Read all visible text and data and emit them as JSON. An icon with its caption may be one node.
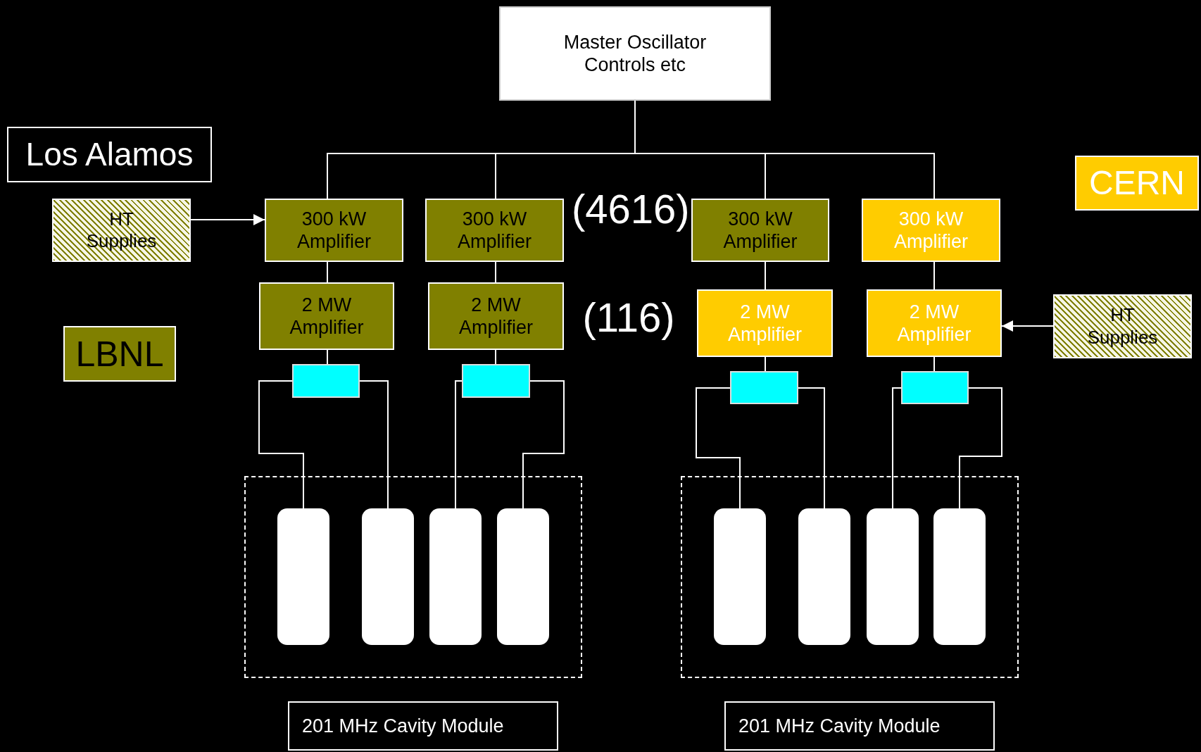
{
  "diagram": {
    "nodes": [
      {
        "text": [
          "Master Oscillator Controls etc"
        ]
      },
      {
        "text": [
          "Los Alamos"
        ]
      },
      {
        "text": [
          "HT Supplies"
        ]
      },
      {
        "text": [
          "300 kW Amplifier"
        ]
      },
      {
        "text": [
          "300 kW Amplifier"
        ]
      },
      {
        "text": [
          "300 kW Amplifier"
        ]
      },
      {
        "text": [
          "300 kW Amplifier"
        ]
      },
      {
        "text": [
          "CERN"
        ]
      },
      {
        "text": [
          "2 MW Amplifier"
        ]
      },
      {
        "text": [
          "2 MW Amplifier"
        ]
      },
      {
        "text": [
          "2 MW Amplifier"
        ]
      },
      {
        "text": [
          "2 MW Amplifier"
        ]
      },
      {
        "text": [
          "HT Supplies"
        ]
      },
      {
        "text": [
          "LBNL"
        ]
      },
      {
        "text": [],
        "shape": "box"
      },
      {
        "text": [],
        "shape": "box"
      },
      {
        "text": [],
        "shape": "box"
      },
      {
        "text": [],
        "shape": "box"
      },
      {
        "text": [],
        "shape": "box"
      },
      {
        "text": [],
        "shape": "box",
        "in": 18
      },
      {
        "text": [],
        "shape": "box",
        "in": 18
      },
      {
        "text": [],
        "shape": "box",
        "in": 18
      },
      {
        "text": [],
        "shape": "box",
        "in": 18
      },
      {
        "text": [],
        "shape": "box"
      },
      {
        "text": [],
        "shape": "box",
        "in": 23
      },
      {
        "text": [],
        "shape": "box",
        "in": 23
      },
      {
        "text": [],
        "shape": "box",
        "in": 23
      },
      {
        "text": [],
        "shape": "box",
        "in": 23
      },
      {
        "text": [
          "201 MHz Cavity Module"
        ]
      },
      {
        "text": [
          "201 MHz Cavity Module"
        ]
      }
    ],
    "edges": [
      {
        "from": 0,
        "to": 3,
        "arrow": "none"
      },
      {
        "from": 0,
        "to": 4,
        "arrow": "none"
      },
      {
        "from": 0,
        "to": 5,
        "arrow": "none"
      },
      {
        "from": 0,
        "to": 6,
        "arrow": "none"
      },
      {
        "from": 2,
        "to": 3,
        "arrow": "to"
      },
      {
        "from": 12,
        "to": 11,
        "arrow": "to"
      },
      {
        "from": 3,
        "to": 8,
        "arrow": "none"
      },
      {
        "from": 4,
        "to": 9,
        "arrow": "none"
      },
      {
        "from": 5,
        "to": 10,
        "arrow": "none"
      },
      {
        "from": 6,
        "to": 11,
        "arrow": "none"
      },
      {
        "from": 8,
        "to": 14,
        "arrow": "none"
      },
      {
        "from": 9,
        "to": 15,
        "arrow": "none"
      },
      {
        "from": 10,
        "to": 16,
        "arrow": "none"
      },
      {
        "from": 11,
        "to": 17,
        "arrow": "none"
      },
      {
        "from": 14,
        "to": 19,
        "arrow": "none"
      },
      {
        "from": 14,
        "to": 20,
        "arrow": "none"
      },
      {
        "from": 15,
        "to": 21,
        "arrow": "none"
      },
      {
        "from": 15,
        "to": 22,
        "arrow": "none"
      },
      {
        "from": 16,
        "to": 24,
        "arrow": "none"
      },
      {
        "from": 16,
        "to": 25,
        "arrow": "none"
      },
      {
        "from": 17,
        "to": 26,
        "arrow": "none"
      },
      {
        "from": 17,
        "to": 27,
        "arrow": "none"
      }
    ],
    "labels": [
      "(4616)",
      "(116)"
    ]
  }
}
